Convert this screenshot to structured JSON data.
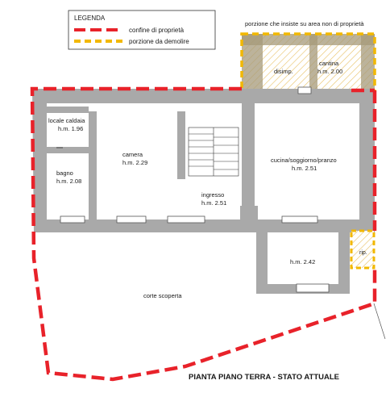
{
  "colors": {
    "property_line": "#e8222a",
    "demolish_line": "#f2b800",
    "walls": "#a9a9a9",
    "hatch_area": "#a69a7a"
  },
  "legend": {
    "title": "LEGENDA",
    "property_label": "confine di proprietà",
    "demolish_label": "porzione da demolire"
  },
  "annex_note": "porzione che insiste su area non di proprietà",
  "rooms": {
    "disimp": {
      "name": "disimp.",
      "height": ""
    },
    "cantina": {
      "name": "cantina",
      "height": "h.m. 2.00"
    },
    "locale_caldaia": {
      "name": "locale caldaia",
      "height": "h.m. 1.96"
    },
    "camera": {
      "name": "camera",
      "height": "h.m. 2.29"
    },
    "bagno": {
      "name": "bagno",
      "height": "h.m. 2.08"
    },
    "ingresso": {
      "name": "ingresso",
      "height": "h.m. 2.51"
    },
    "cucina": {
      "name": "cucina/soggiorno/pranzo",
      "height": "h.m. 2.51"
    },
    "veranda": {
      "name": "",
      "height": "h.m. 2.42"
    },
    "rip": {
      "name": "rip.",
      "height": ""
    },
    "corte": {
      "name": "corte scoperta",
      "height": ""
    }
  },
  "drawing_title": "PIANTA PIANO TERRA - STATO ATTUALE"
}
